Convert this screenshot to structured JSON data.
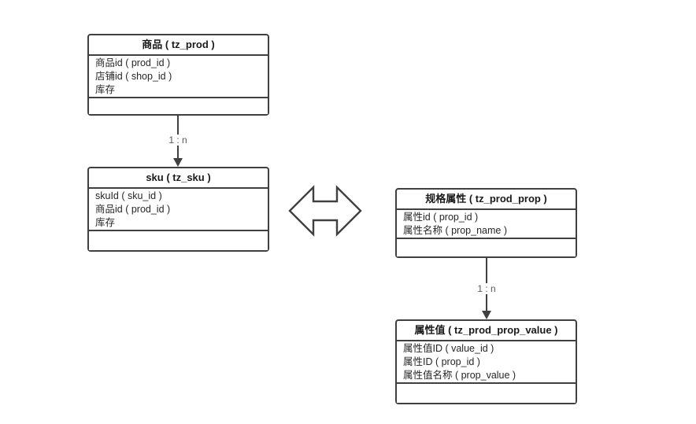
{
  "diagram": {
    "entities": [
      {
        "id": "prod",
        "title": "商品 ( tz_prod )",
        "fields": [
          "商品id ( prod_id )",
          "店铺id ( shop_id )",
          "库存"
        ]
      },
      {
        "id": "sku",
        "title": "sku ( tz_sku )",
        "fields": [
          "skuId ( sku_id )",
          "商品id ( prod_id )",
          "库存"
        ]
      },
      {
        "id": "prod_prop",
        "title": "规格属性 ( tz_prod_prop )",
        "fields": [
          "属性id ( prop_id )",
          "属性名称 ( prop_name )"
        ]
      },
      {
        "id": "prod_prop_value",
        "title": "属性值 ( tz_prod_prop_value )",
        "fields": [
          "属性值ID ( value_id )",
          "属性ID ( prop_id )",
          "属性值名称 ( prop_value )"
        ]
      }
    ],
    "connectors": [
      {
        "from": "prod",
        "to": "sku",
        "label": "1 : n"
      },
      {
        "from": "prod_prop",
        "to": "prod_prop_value",
        "label": "1 : n"
      }
    ],
    "colors": {
      "line": "#404040",
      "title_text": "#1a1a1a",
      "field_text": "#262626",
      "label_text": "#595959",
      "background": "#ffffff"
    }
  }
}
